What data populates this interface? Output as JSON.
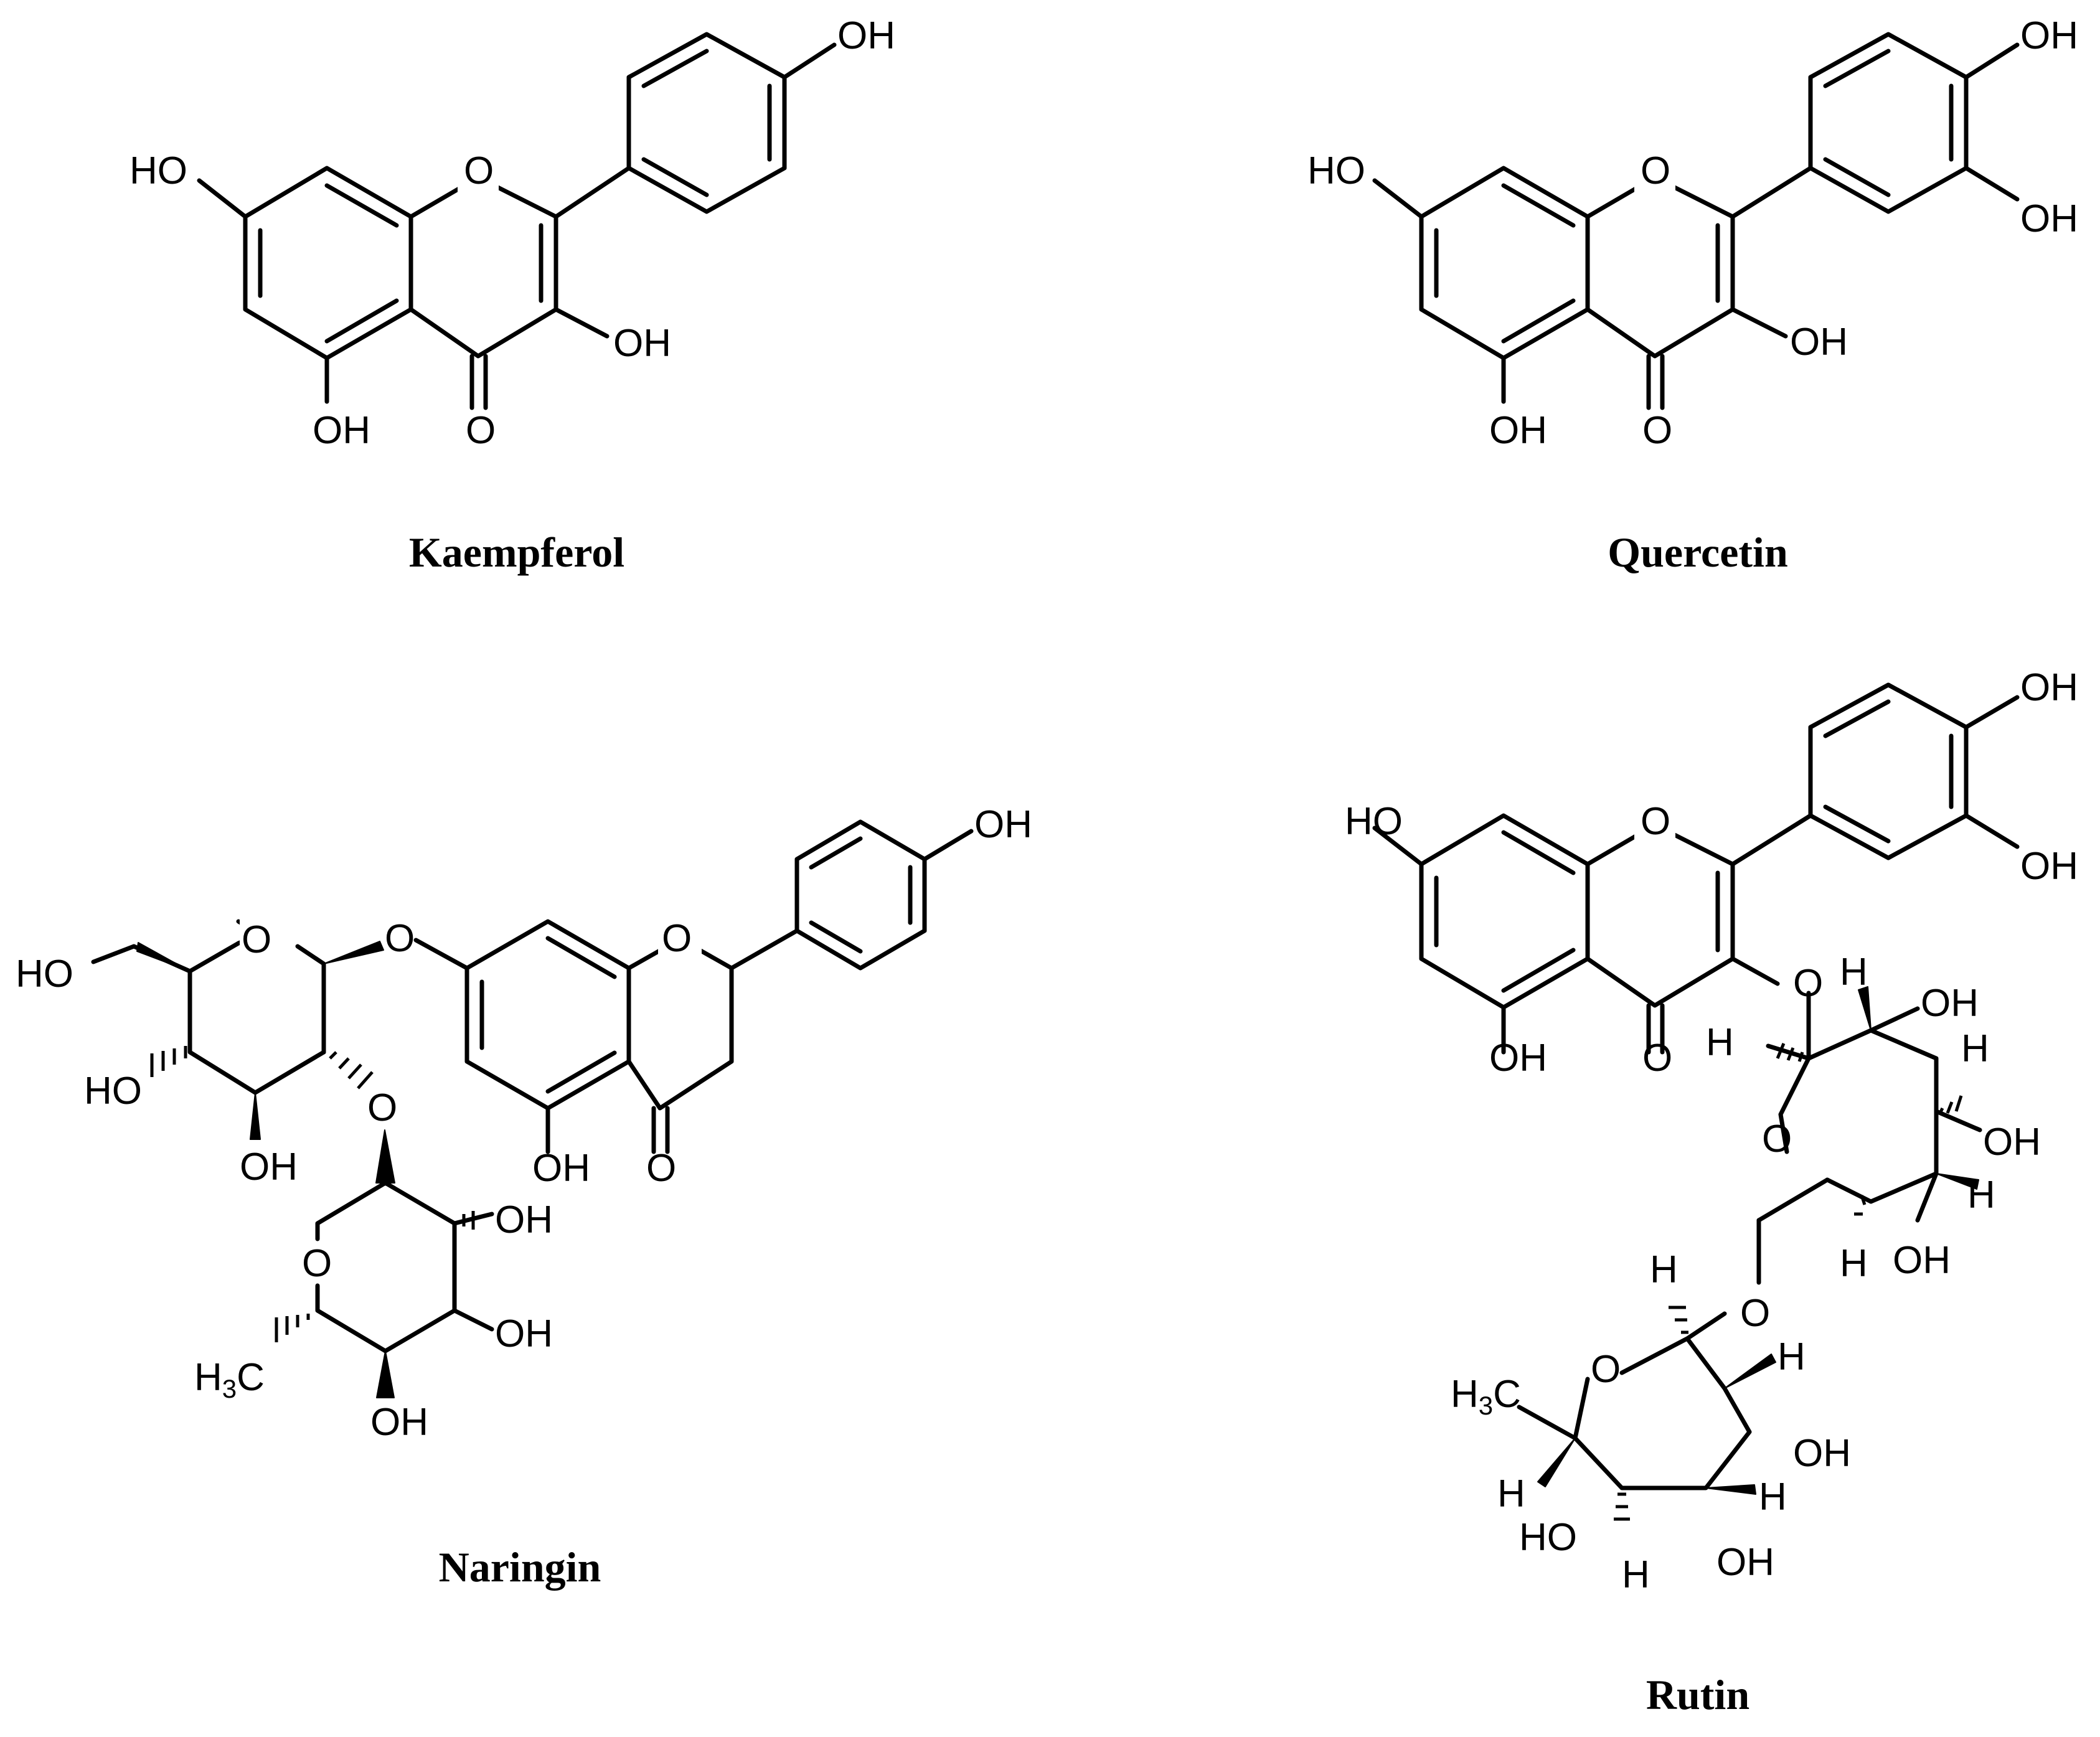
{
  "figure": {
    "compounds": [
      {
        "name": "Kaempferol",
        "atoms": {
          "ho7": "HO",
          "o1": "O",
          "oh4p": "OH",
          "oh3": "OH",
          "oh5": "OH",
          "o4": "O"
        }
      },
      {
        "name": "Quercetin",
        "atoms": {
          "ho7": "HO",
          "o1": "O",
          "oh4p": "OH",
          "oh3p": "OH",
          "oh3": "OH",
          "oh5": "OH",
          "o4": "O"
        }
      },
      {
        "name": "Naringin",
        "atoms": {
          "oh4p": "OH",
          "o1": "O",
          "o7": "O",
          "ho6g": "HO",
          "o5g": "O",
          "ho3g": "HO",
          "oh4g": "OH",
          "o2g": "O",
          "oh5": "OH",
          "o4": "O",
          "o5r": "O",
          "oh2r": "OH",
          "oh3r": "OH",
          "oh4r": "OH",
          "h3c": "H",
          "h3c_sub": "3",
          "h3c_c": "C"
        }
      },
      {
        "name": "Rutin",
        "atoms": {
          "ho7": "HO",
          "o1": "O",
          "oh4p": "OH",
          "oh3p": "OH",
          "oh5": "OH",
          "o4": "O",
          "o3": "O",
          "h1g": "H",
          "h2g": "H",
          "oh2g": "OH",
          "h3g": "H",
          "oh3g": "OH",
          "o5g": "O",
          "h4g": "H",
          "h5g": "H",
          "oh4g": "OH",
          "o6g": "O",
          "h1r": "H",
          "o5r": "O",
          "h2r": "H",
          "oh2r": "OH",
          "h3c": "H",
          "h3c_sub": "3",
          "h3c_c": "C",
          "h5r": "H",
          "ho4r": "HO",
          "h4r": "H",
          "h3r": "H",
          "oh3r": "OH"
        }
      }
    ]
  }
}
